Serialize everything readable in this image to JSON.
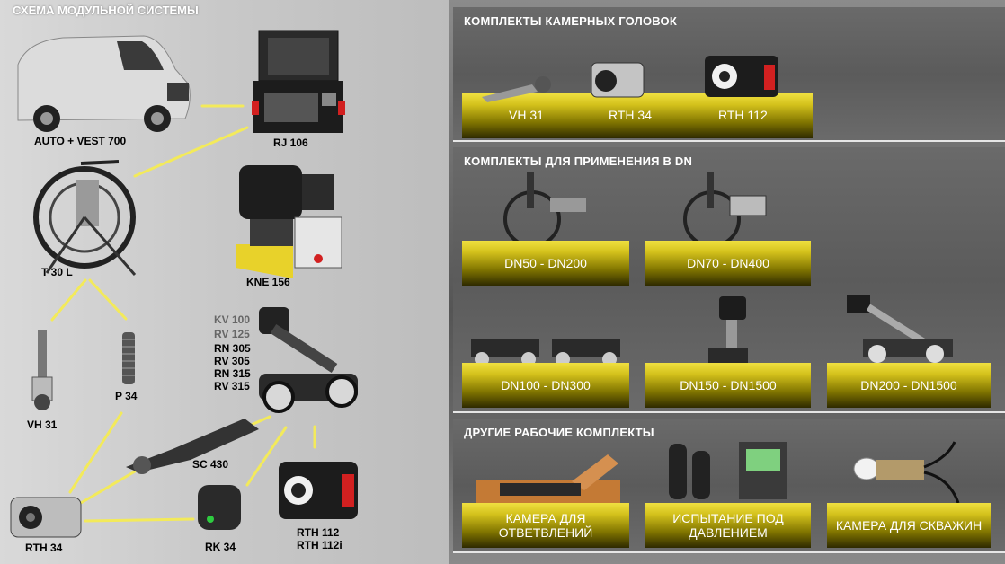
{
  "scheme": {
    "title": "СХЕМА МОДУЛЬНОЙ СИСТЕМЫ",
    "nodes": {
      "van": "AUTO + VEST 700",
      "control": "RJ 106",
      "reel": "T 30 L",
      "kne": "KNE 156",
      "vh31": "VH 31",
      "p34": "P 34",
      "rth34": "RTH 34",
      "sc430": "SC 430",
      "rk34": "RK 34",
      "rth112": "RTH 112",
      "rth112i": "RTH 112i"
    },
    "crawlers": [
      "KV 100",
      "RV 125",
      "RN 305",
      "RV 305",
      "RN 315",
      "RV 315"
    ],
    "line_color": "#f3ea5a"
  },
  "sections": {
    "heads": {
      "title": "КОМПЛЕКТЫ КАМЕРНЫХ ГОЛОВОК",
      "items": [
        "VH 31",
        "RTH 34",
        "RTH 112"
      ]
    },
    "dn": {
      "title": "КОМПЛЕКТЫ ДЛЯ ПРИМЕНЕНИЯ В DN",
      "items": [
        "DN50 - DN200",
        "DN70 - DN400",
        "DN100 - DN300",
        "DN150 - DN1500",
        "DN200 - DN1500"
      ]
    },
    "other": {
      "title": "ДРУГИЕ РАБОЧИЕ КОМПЛЕКТЫ",
      "items": [
        {
          "line1": "КАМЕРА ДЛЯ",
          "line2": "ОТВЕТВЛЕНИЙ"
        },
        {
          "line1": "ИСПЫТАНИЕ ПОД",
          "line2": "ДАВЛЕНИЕМ"
        },
        {
          "line1": "КАМЕРА ДЛЯ СКВАЖИН",
          "line2": ""
        }
      ]
    }
  },
  "colors": {
    "accent_yellow": "#d4c21c",
    "label_text": "#ffffff",
    "red_detail": "#d22020"
  }
}
